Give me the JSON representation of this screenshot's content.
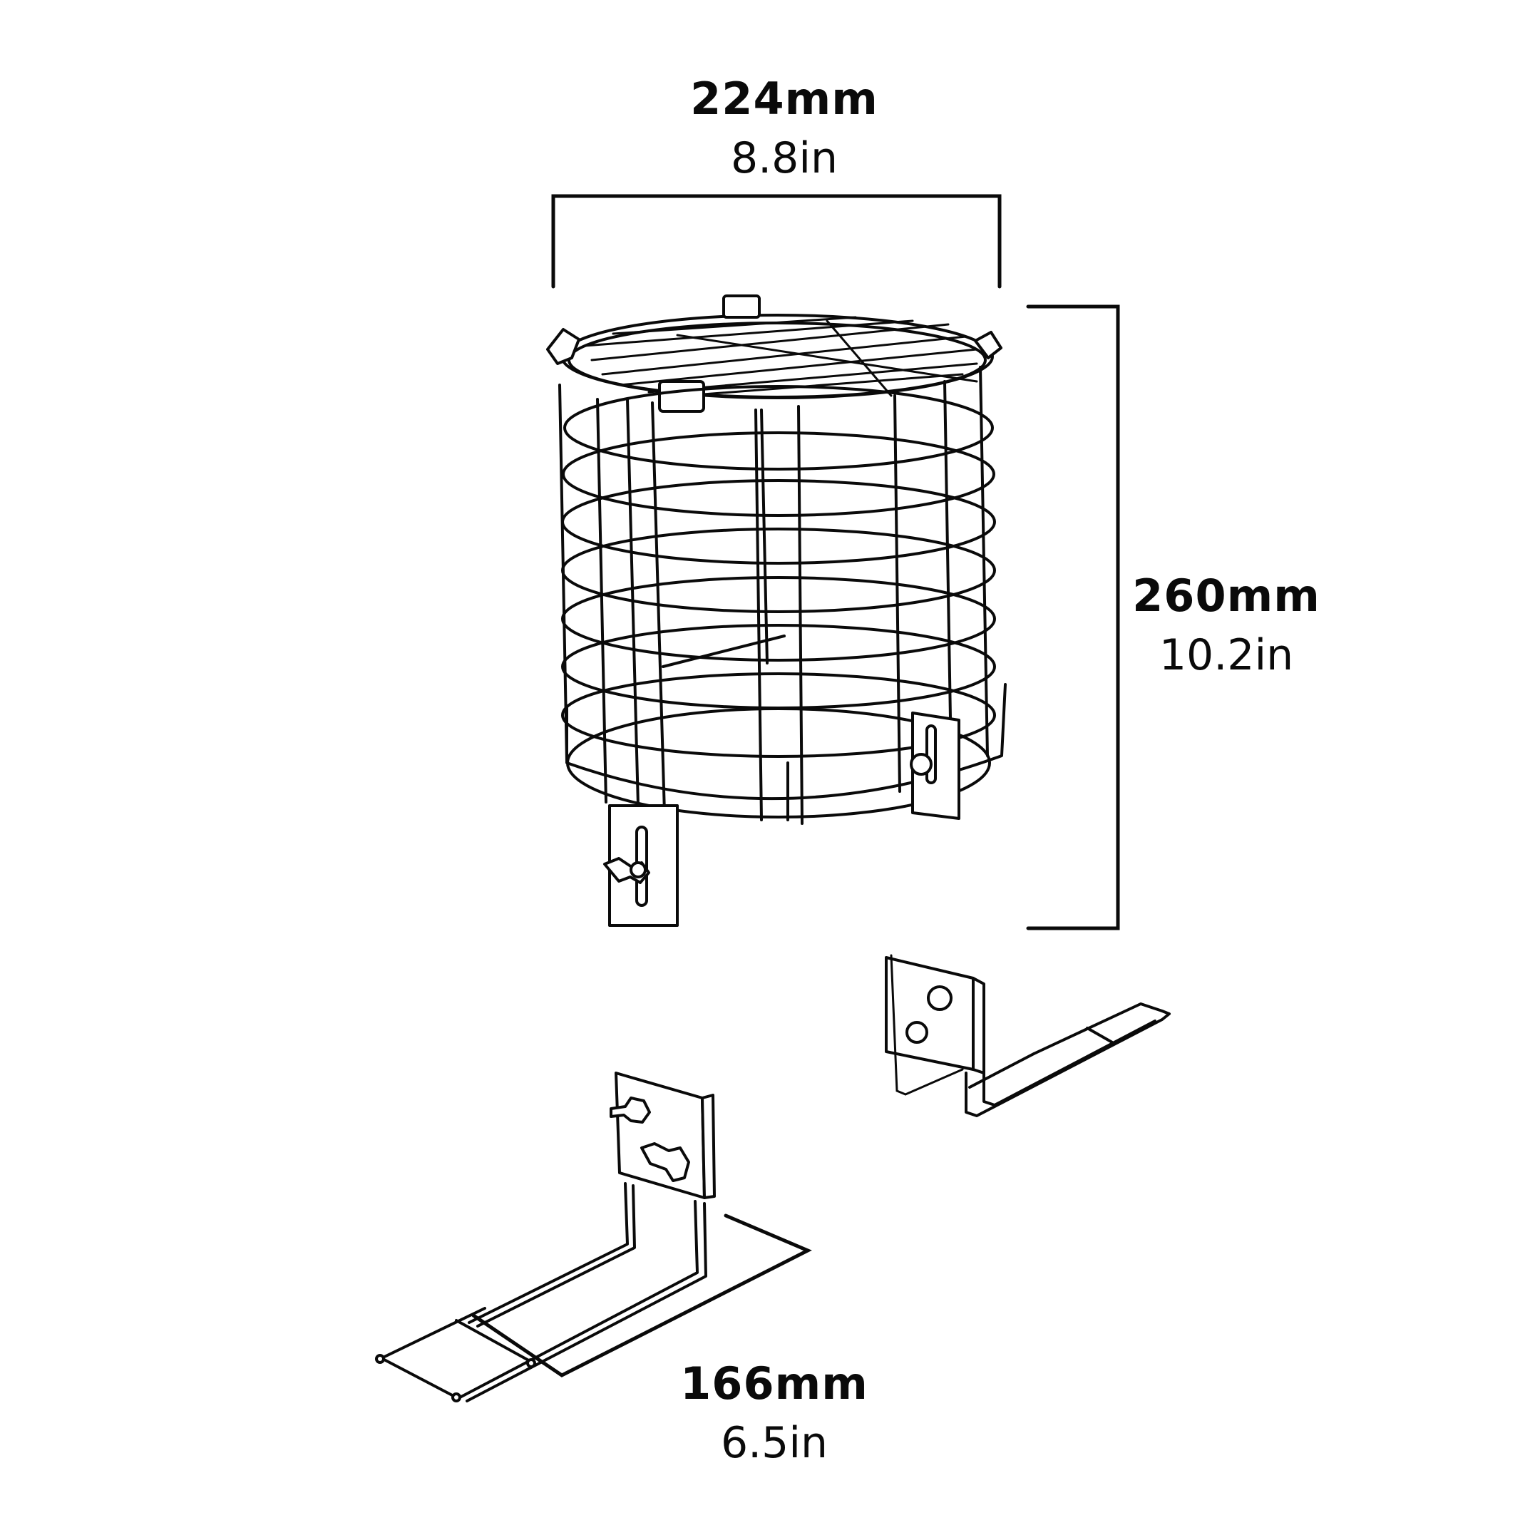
{
  "diagram": {
    "subject": "wire cage feeder with two wall brackets",
    "dimensions": {
      "width": {
        "mm": "224mm",
        "in": "8.8in"
      },
      "height": {
        "mm": "260mm",
        "in": "10.2in"
      },
      "bracket_depth": {
        "mm": "166mm",
        "in": "6.5in"
      }
    },
    "colors": {
      "line": "#0a0a0a",
      "background": "#ffffff"
    }
  }
}
